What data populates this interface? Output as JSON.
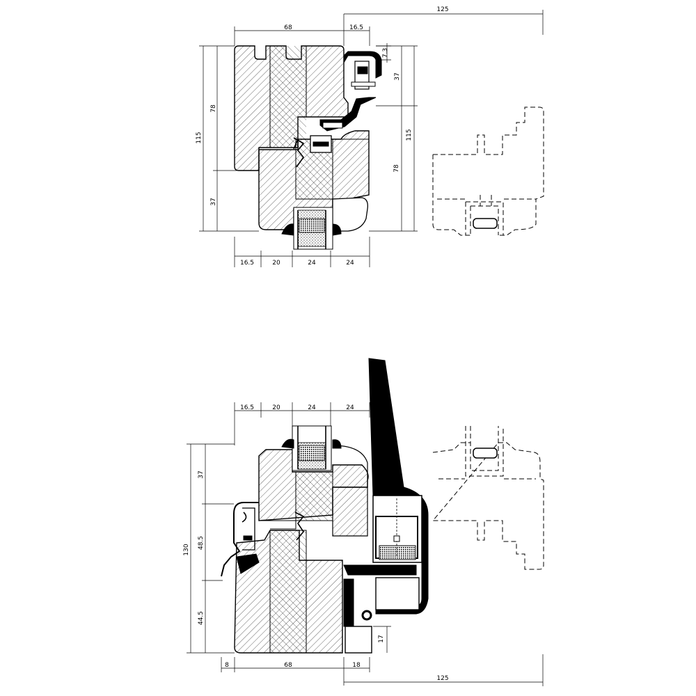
{
  "top_section": {
    "dims": {
      "overall_width": "125",
      "sash_width": "68",
      "bead": "16.5",
      "clip": "7.3",
      "upper_right": "37",
      "left_overall": "115",
      "left_upper": "78",
      "left_lower": "37",
      "right_overall": "115",
      "right_lower": "78",
      "bottom": [
        "16.5",
        "20",
        "24",
        "24"
      ]
    }
  },
  "bottom_section": {
    "dims": {
      "top": [
        "16.5",
        "20",
        "24",
        "24"
      ],
      "left_overall": "130",
      "left_upper": "37",
      "left_middle": "48.5",
      "left_lower": "44.5",
      "right_small": "17",
      "bottom_left": "8",
      "bottom_mid": "68",
      "bottom_right": "18",
      "overall_width": "125"
    }
  }
}
